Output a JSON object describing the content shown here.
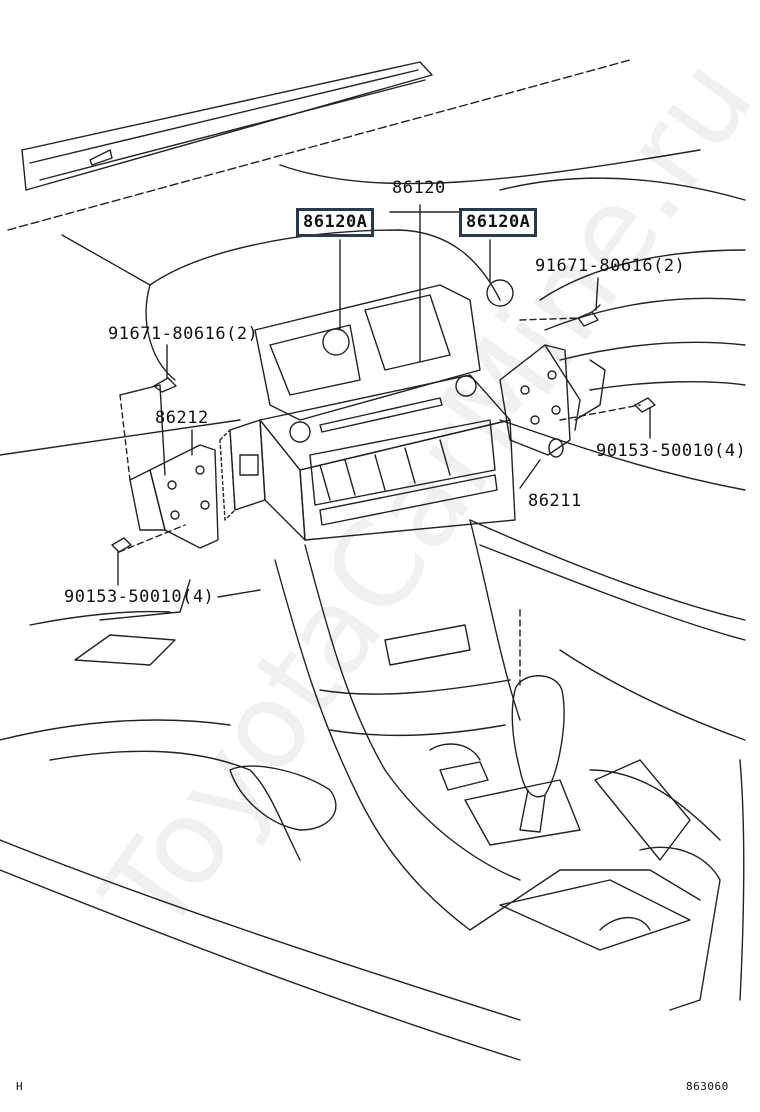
{
  "labels": {
    "main_assembly": "86120",
    "knob_left": "86120A",
    "knob_right": "86120A",
    "screw_top_right": "91671-80616(2)",
    "screw_top_left": "91671-80616(2)",
    "bracket_left": "86212",
    "bracket_right": "86211",
    "bolt_right": "90153-50010(4)",
    "bolt_left": "90153-50010(4)"
  },
  "watermark": "ToyotaCarMine.ru",
  "footer": {
    "left_code": "H",
    "right_code": "863060"
  }
}
